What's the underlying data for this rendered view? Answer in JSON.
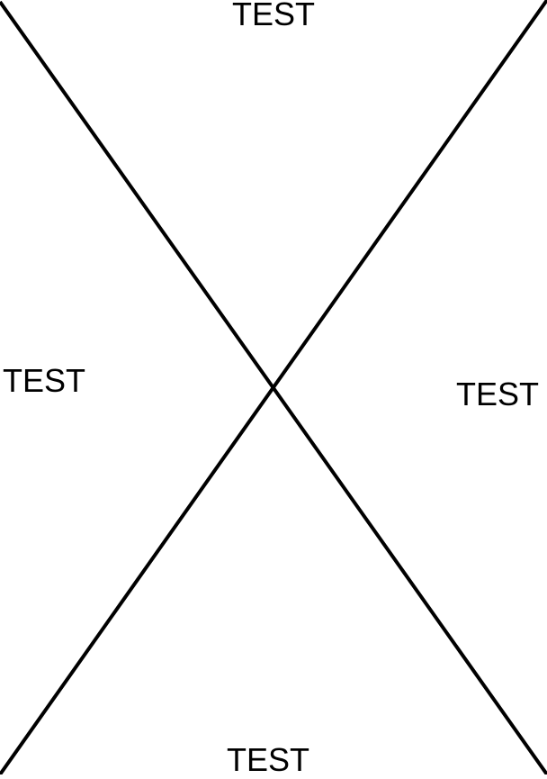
{
  "labels": {
    "top": "TEST",
    "left": "TEST",
    "right": "TEST",
    "bottom": "TEST"
  },
  "colors": {
    "background": "#ffffff",
    "stroke": "#000000",
    "text": "#000000"
  }
}
